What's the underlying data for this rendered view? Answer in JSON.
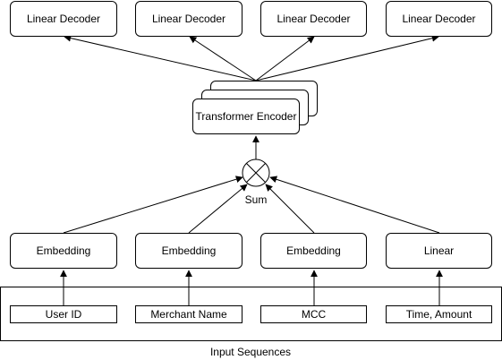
{
  "decoders": [
    "Linear Decoder",
    "Linear Decoder",
    "Linear Decoder",
    "Linear Decoder"
  ],
  "encoder": {
    "label": "Transformer Encoder"
  },
  "sum": {
    "label": "Sum"
  },
  "embeddings": [
    "Embedding",
    "Embedding",
    "Embedding",
    "Linear"
  ],
  "inputs": [
    "User ID",
    "Merchant Name",
    "MCC",
    "Time, Amount"
  ],
  "input_group": {
    "label": "Input Sequences"
  }
}
